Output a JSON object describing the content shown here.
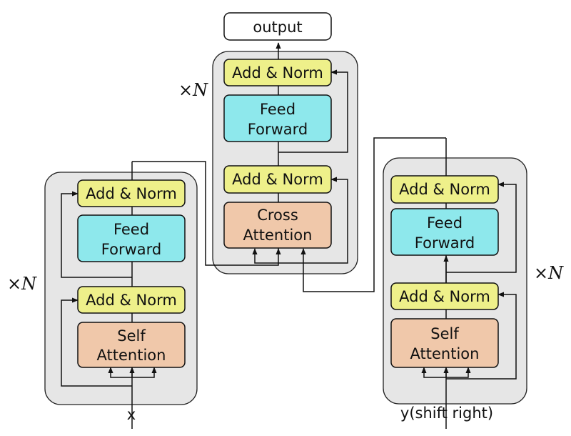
{
  "colors": {
    "add_norm": "#eef08a",
    "feed_forward": "#8ee8ec",
    "attention": "#f0c8aa",
    "stack_bg": "#e6e6e6",
    "output_box": "#ffffff"
  },
  "labels": {
    "output": "output",
    "input_x": "x",
    "input_y": "y(shift right)"
  },
  "encoder": {
    "repeat": {
      "times": "×",
      "n": "N"
    },
    "add_norm_top": "Add & Norm",
    "feed_forward": {
      "line1": "Feed",
      "line2": "Forward"
    },
    "add_norm_bottom": "Add & Norm",
    "attention": {
      "line1": "Self",
      "line2": "Attention"
    }
  },
  "cross_decoder": {
    "repeat": {
      "times": "×",
      "n": "N"
    },
    "add_norm_top": "Add & Norm",
    "feed_forward": {
      "line1": "Feed",
      "line2": "Forward"
    },
    "add_norm_bottom": "Add & Norm",
    "attention": {
      "line1": "Cross",
      "line2": "Attention"
    }
  },
  "decoder": {
    "repeat": {
      "times": "×",
      "n": "N"
    },
    "add_norm_top": "Add & Norm",
    "feed_forward": {
      "line1": "Feed",
      "line2": "Forward"
    },
    "add_norm_bottom": "Add & Norm",
    "attention": {
      "line1": "Self",
      "line2": "Attention"
    }
  }
}
